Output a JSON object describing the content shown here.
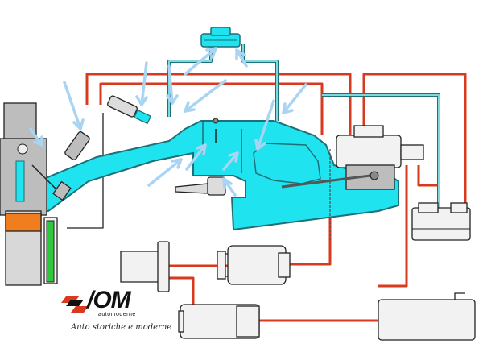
{
  "logo": {
    "wordmark": "/OM",
    "subtitle": "automoderne",
    "tagline": "Auto storiche e moderne"
  },
  "colors": {
    "coolant": "#1fe3ee",
    "outline": "#1e6f77",
    "pipe_red": "#d83a1f",
    "pipe_blue_inner": "#7fd8dc",
    "air_arrow": "#a9d4f2",
    "engine_gray": "#bdbdbd",
    "piston_orange": "#f07d1e",
    "oil_green": "#2ec83c"
  },
  "icons": {
    "air_flow": "arrow-icon",
    "vent_valve": "purge-valve-icon",
    "injector": "injector-icon",
    "canister": "carbon-canister-icon",
    "fuel_tank": "fuel-tank-icon",
    "throttle_motor": "throttle-actuator-icon"
  }
}
